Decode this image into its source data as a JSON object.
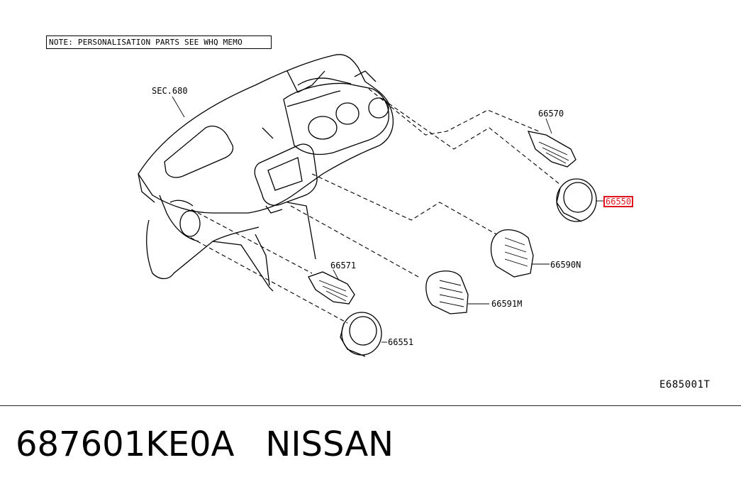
{
  "note": "NOTE: PERSONALISATION PARTS SEE WHQ MEMO",
  "labels": {
    "sec": "SEC.680",
    "p66570": "66570",
    "p66550": "66550",
    "p66590n": "66590N",
    "p66571": "66571",
    "p66591m": "66591M",
    "p66551": "66551"
  },
  "diagram_code": "E685001T",
  "footer": {
    "part_number": "687601KE0A",
    "brand": "NISSAN"
  },
  "highlight_color": "#e0141e"
}
